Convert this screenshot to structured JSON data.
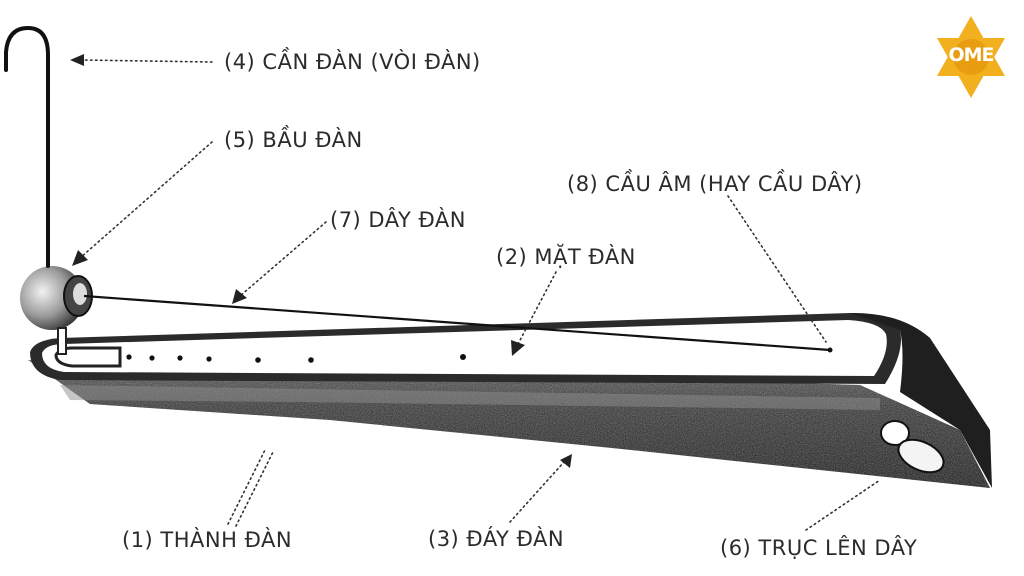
{
  "labels": {
    "can_dan": "(4) CẦN ĐÀN (VÒI ĐÀN)",
    "bau_dan": "(5) BẦU ĐÀN",
    "cau_am": "(8) CẦU ÂM (HAY CẦU DÂY)",
    "day_dan": "(7) DÂY ĐÀN",
    "mat_dan": "(2) MẶT ĐÀN",
    "thanh_dan": "(1) THÀNH ĐÀN",
    "day_dan_bottom": "(3) ĐÁY ĐÀN",
    "truc_len_day": "(6) TRỤC LÊN DÂY"
  },
  "logo": {
    "text": "OME",
    "color": "#f2b01e"
  }
}
